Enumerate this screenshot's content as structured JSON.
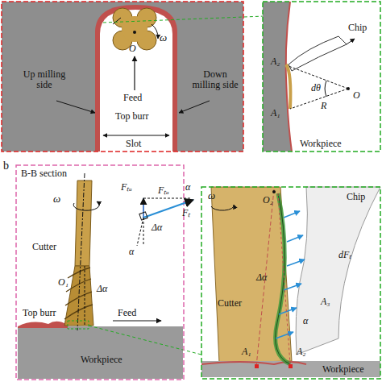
{
  "diagram": {
    "labels": [
      "Up milling side",
      "Down milling side",
      "O",
      "ω",
      "Feed",
      "Top burr",
      "Slot",
      "Chip",
      "A₂",
      "dθ",
      "O",
      "R",
      "A₁",
      "Workpiece",
      "b",
      "B-B section",
      "ω",
      "Cutter",
      "O₁",
      "Δα",
      "Top burr",
      "Feed",
      "Workpiece",
      "Fₜₐ",
      "Fₜₐ",
      "α",
      "Δα",
      "α",
      "Fₜ",
      "ω",
      "O₂",
      "Chip",
      "Δα",
      "dFₜ",
      "A₃",
      "α",
      "Cutter",
      "A₁",
      "A₂",
      "Workpiece"
    ]
  }
}
